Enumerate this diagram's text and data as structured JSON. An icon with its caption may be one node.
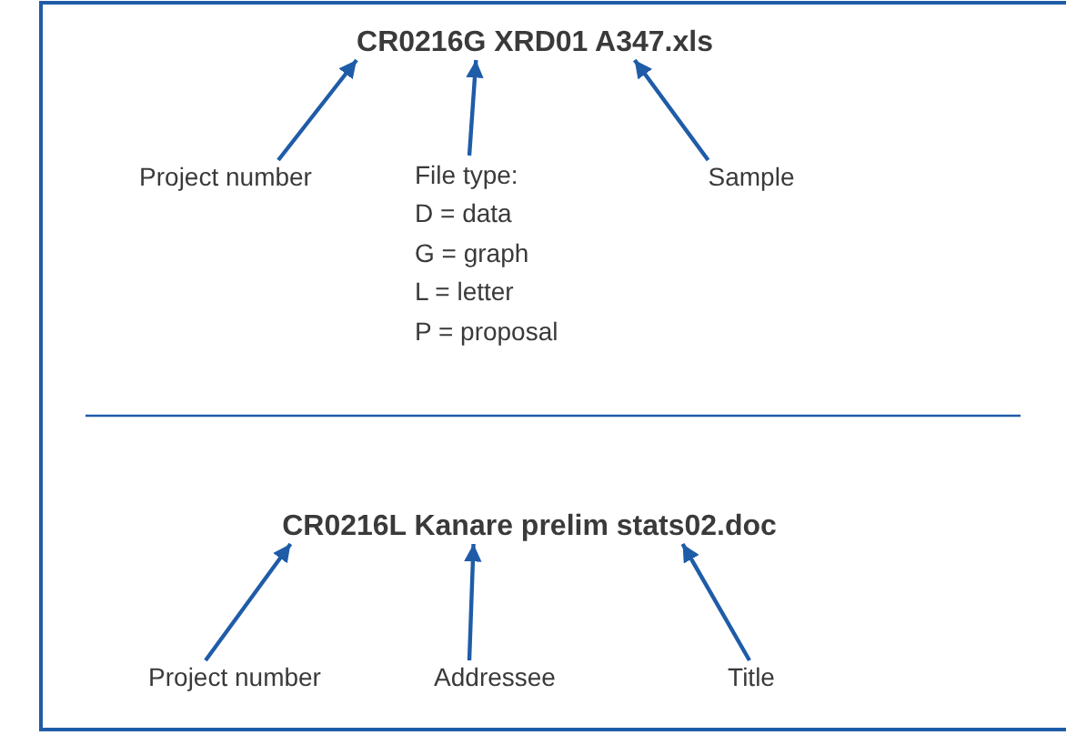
{
  "diagram": {
    "nodes": [
      {
        "text": [
          "CR0216G XRD01 A347.xls"
        ]
      },
      {
        "text": [
          "Project number"
        ]
      },
      {
        "text": [
          "File type:",
          "D = data",
          "G = graph",
          "L = letter",
          "P = proposal"
        ]
      },
      {
        "text": [
          "Sample"
        ]
      },
      {
        "text": [
          "CR0216L Kanare prelim stats02.doc"
        ]
      },
      {
        "text": [
          "Project number"
        ]
      },
      {
        "text": [
          "Addressee"
        ]
      },
      {
        "text": [
          "Title"
        ]
      }
    ],
    "edges": [
      {
        "from": 1,
        "to": 0,
        "arrow": "to"
      },
      {
        "from": 2,
        "to": 0,
        "arrow": "to"
      },
      {
        "from": 3,
        "to": 0,
        "arrow": "to"
      },
      {
        "from": 5,
        "to": 4,
        "arrow": "to"
      },
      {
        "from": 6,
        "to": 4,
        "arrow": "to"
      },
      {
        "from": 7,
        "to": 4,
        "arrow": "to"
      }
    ]
  }
}
